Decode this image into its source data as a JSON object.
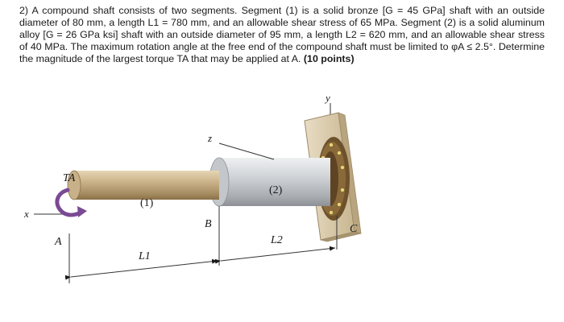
{
  "problem": {
    "text": "2) A compound shaft consists of two segments. Segment (1) is a solid bronze [G = 45 GPa] shaft with an outside diameter of 80 mm, a length L1 = 780 mm, and an allowable shear stress of 65 MPa. Segment (2) is a solid aluminum alloy [G = 26 GPa ksi] shaft with an outside diameter of 95 mm, a length L2 = 620 mm, and an allowable shear stress of 40 MPa. The maximum rotation angle at the free end of the compound shaft must be limited to φA ≤ 2.5°. Determine the magnitude of the largest torque TA that may be applied at A.",
    "points": "(10 points)"
  },
  "figure": {
    "labels": {
      "y": "y",
      "z": "z",
      "x": "x",
      "ta": "TA",
      "seg1": "(1)",
      "seg2": "(2)",
      "a": "A",
      "b": "B",
      "c": "C",
      "l1": "L1",
      "l2": "L2"
    },
    "colors": {
      "bronze": "#b9a27c",
      "aluminum": "#c9ccd0",
      "wall": "#d8c7a6",
      "flange": "#8a6a3a",
      "arrow": "#7a4a94"
    }
  }
}
